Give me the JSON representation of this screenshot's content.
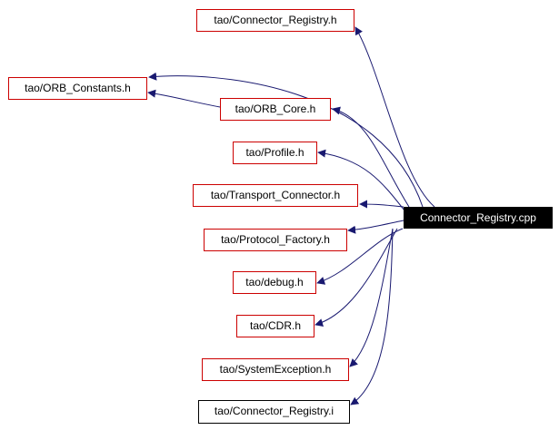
{
  "root": {
    "label": "Connector_Registry.cpp"
  },
  "nodes": [
    {
      "label": "tao/Connector_Registry.h"
    },
    {
      "label": "tao/ORB_Constants.h"
    },
    {
      "label": "tao/ORB_Core.h"
    },
    {
      "label": "tao/Profile.h"
    },
    {
      "label": "tao/Transport_Connector.h"
    },
    {
      "label": "tao/Protocol_Factory.h"
    },
    {
      "label": "tao/debug.h"
    },
    {
      "label": "tao/CDR.h"
    },
    {
      "label": "tao/SystemException.h"
    },
    {
      "label": "tao/Connector_Registry.i"
    }
  ],
  "colors": {
    "node_border": "#cc0000",
    "edge": "#191970",
    "root_fill": "#000000",
    "root_text": "#ffffff"
  }
}
